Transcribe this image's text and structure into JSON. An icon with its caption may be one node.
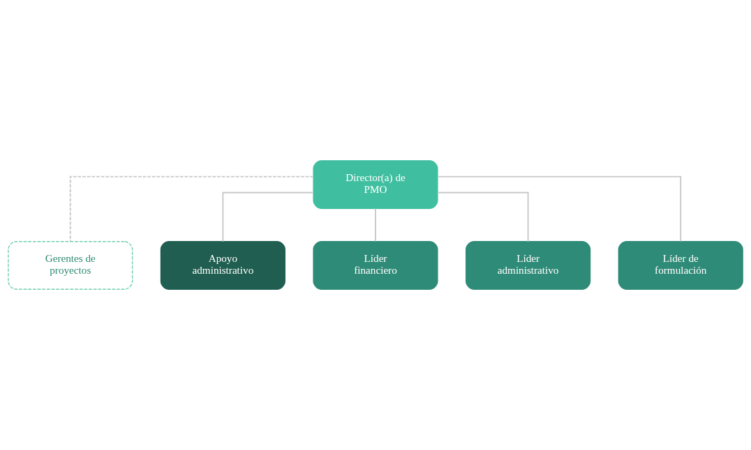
{
  "diagram": {
    "nodes": [
      {
        "text": [
          "Director(a) de PMO"
        ]
      },
      {
        "text": [
          "Gerentes de proyectos"
        ]
      },
      {
        "text": [
          "Apoyo administrativo"
        ]
      },
      {
        "text": [
          "Líder financiero"
        ]
      },
      {
        "text": [
          "Líder administrativo"
        ]
      },
      {
        "text": [
          "Líder de formulación"
        ]
      }
    ],
    "edges": [
      {
        "from": 0,
        "to": 1,
        "arrow": "none",
        "style": "dashed"
      },
      {
        "from": 0,
        "to": 2,
        "arrow": "none"
      },
      {
        "from": 0,
        "to": 3,
        "arrow": "none"
      },
      {
        "from": 0,
        "to": 4,
        "arrow": "none"
      },
      {
        "from": 0,
        "to": 5,
        "arrow": "none"
      }
    ]
  }
}
